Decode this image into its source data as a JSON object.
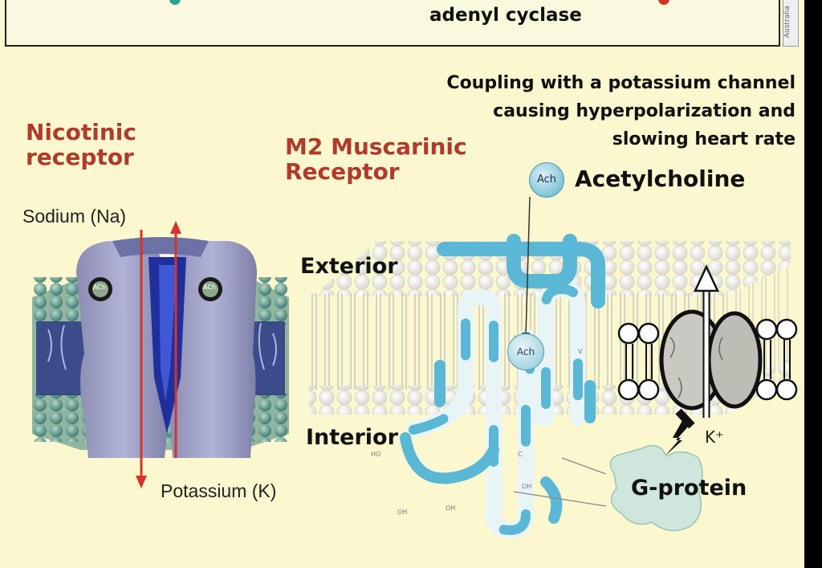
{
  "top_box": {
    "caption": "adenyl cyclase"
  },
  "coupling_note": {
    "line1": "Coupling with a potassium channel",
    "line2": "causing hyperpolarization and",
    "line3": "slowing heart rate"
  },
  "nicotinic": {
    "title_line1": "Nicotinic",
    "title_line2": "receptor",
    "sodium_label": "Sodium (Na)",
    "potassium_label": "Potassium (K)",
    "ach_site": "ACh"
  },
  "muscarinic": {
    "title_line1": "M2 Muscarinic",
    "title_line2": "Receptor",
    "ach_badge": "Ach",
    "acetylcholine_label": "Acetylcholine",
    "exterior_label": "Exterior",
    "interior_label": "Interior",
    "bound_ach": "Ach",
    "g_protein_label": "G-protein",
    "k_label": "K⁺"
  },
  "colors": {
    "background": "#fbf7cf",
    "title_red": "#b23a2a",
    "receptor_blue": "#5bb7d6",
    "g_protein": "#cfe6dc",
    "arrow_red": "#d8332a"
  }
}
